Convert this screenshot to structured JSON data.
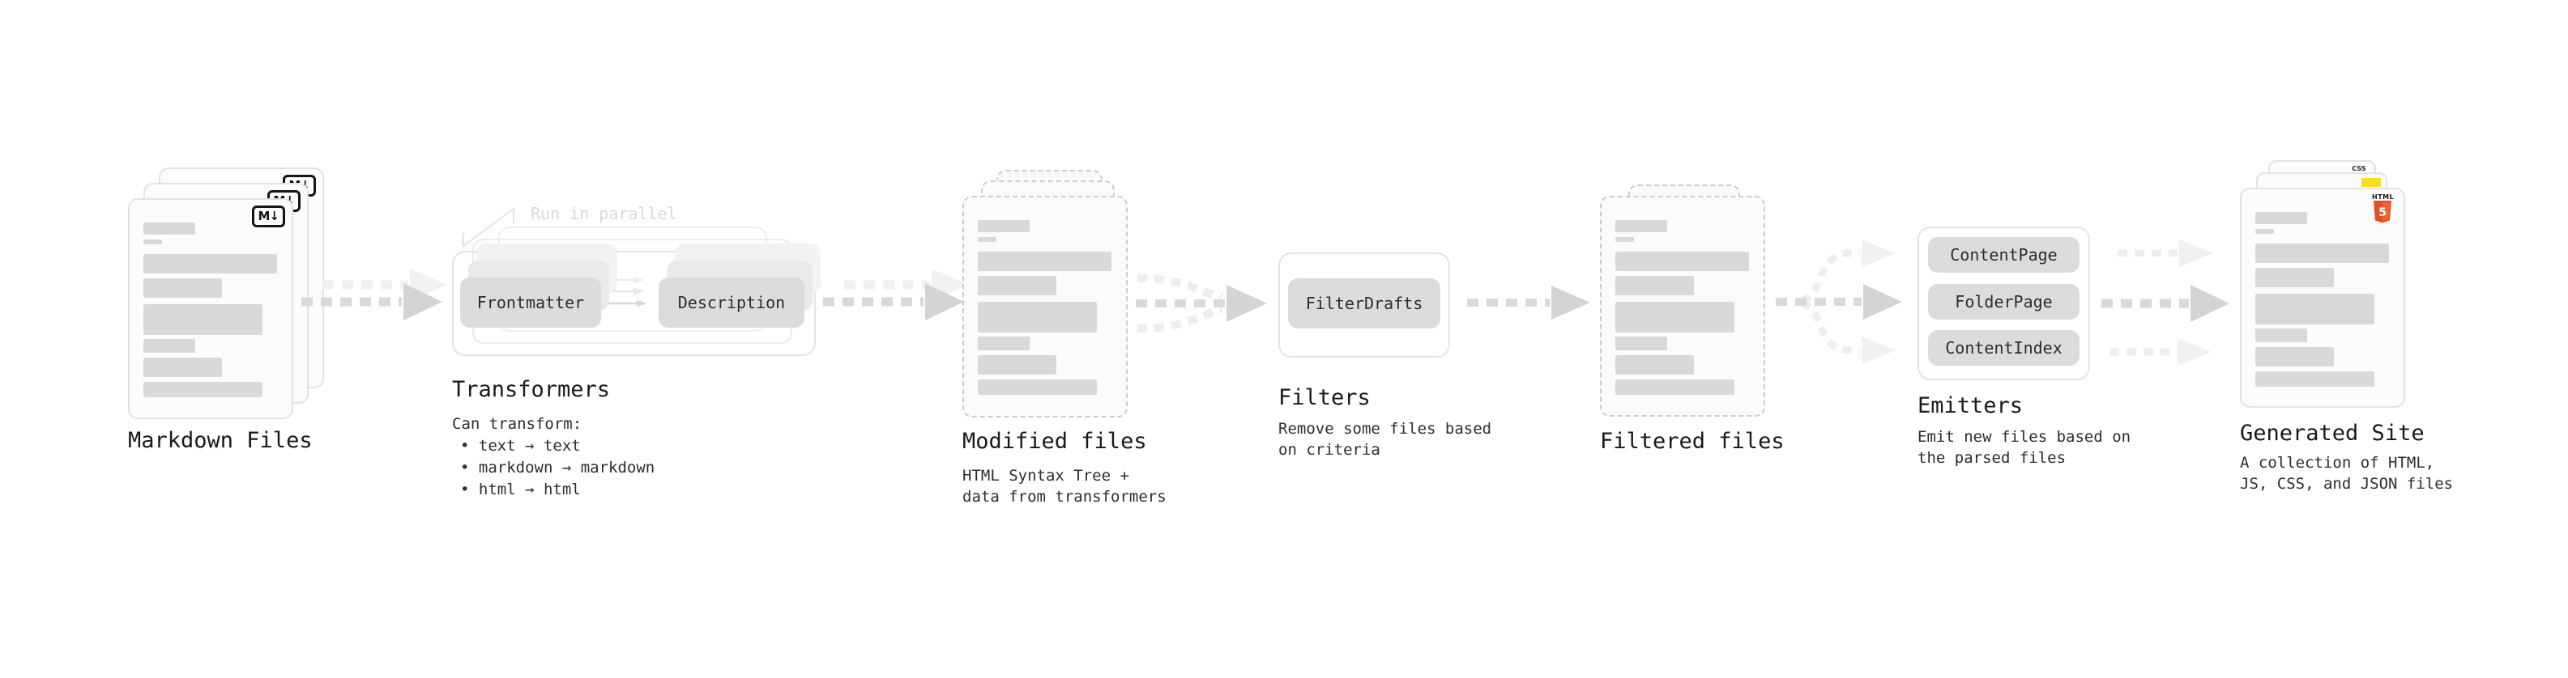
{
  "colors": {
    "html5_orange": "#e44d26",
    "html5_orange_light": "#f16529",
    "js_yellow": "#f7df1e",
    "css_blue": "#2962f1",
    "bar_gray": "#d9d9d9",
    "chip_gray": "#dcdcdc"
  },
  "stages": {
    "markdown_files": {
      "label": "Markdown Files",
      "file_badge": "M↓"
    },
    "transformers": {
      "title": "Transformers",
      "annotation": "Run in parallel",
      "chip_source": "Frontmatter",
      "chip_target": "Description",
      "description_heading": "Can transform:",
      "bullets": [
        "• text → text",
        "• markdown → markdown",
        "• html → html"
      ]
    },
    "modified_files": {
      "title": "Modified files",
      "description_lines": [
        "HTML Syntax Tree +",
        "data from transformers"
      ]
    },
    "filters": {
      "title": "Filters",
      "chip": "FilterDrafts",
      "description_lines": [
        "Remove some files based",
        "on criteria"
      ]
    },
    "filtered_files": {
      "title": "Filtered files"
    },
    "emitters": {
      "title": "Emitters",
      "chips": [
        "ContentPage",
        "FolderPage",
        "ContentIndex"
      ],
      "description_lines": [
        "Emit new files based on",
        "the parsed files"
      ]
    },
    "generated_site": {
      "title": "Generated Site",
      "description_lines": [
        "A collection of HTML,",
        "JS, CSS, and JSON files"
      ],
      "css_badge": "CSS",
      "html_badge": "HTML",
      "html_badge_number": "5"
    }
  }
}
